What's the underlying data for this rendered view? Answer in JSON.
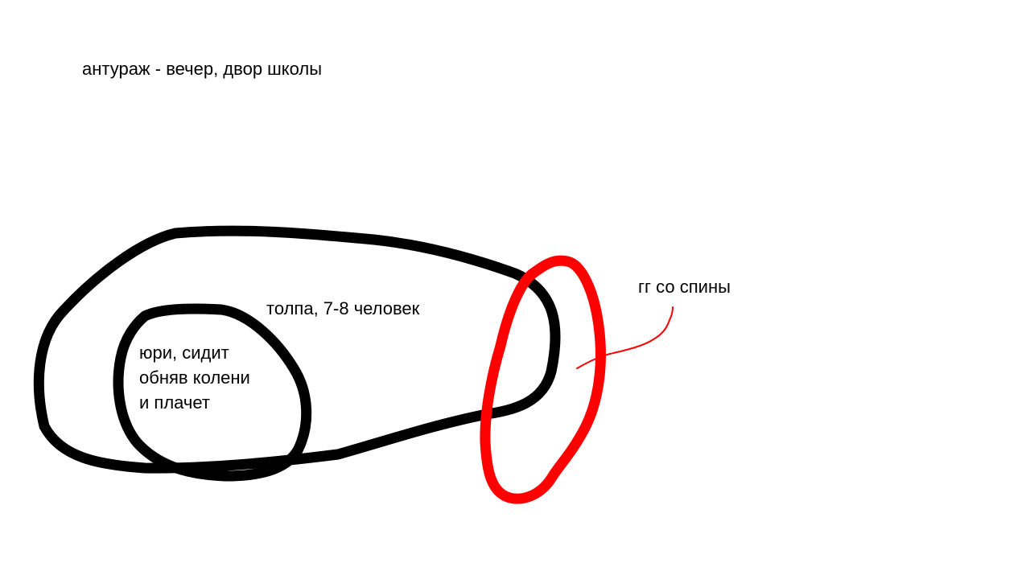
{
  "scene": {
    "title": "антураж - вечер, двор школы",
    "crowd_label": "толпа, 7-8 человек",
    "yuri_label": {
      "lines": [
        "юри, сидит",
        "обняв колени",
        "и плачет"
      ]
    },
    "hero_label": "гг со спины"
  },
  "colors": {
    "background": "#ffffff",
    "ink": "#000000",
    "accent": "#ff0000"
  }
}
